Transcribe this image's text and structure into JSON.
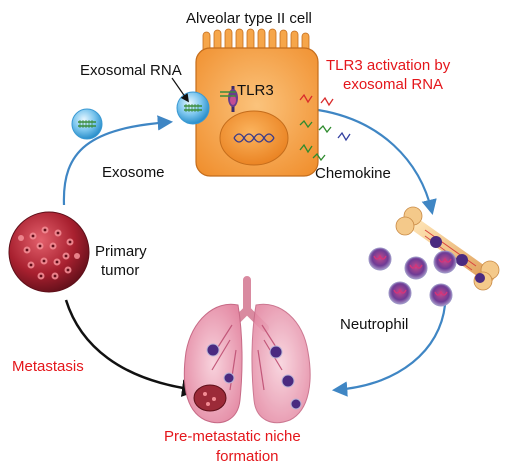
{
  "labels": {
    "alveolar_cell": "Alveolar type II cell",
    "exosomal_rna": "Exosomal RNA",
    "tlr3": "TLR3",
    "tlr3_activation_line1": "TLR3 activation by",
    "tlr3_activation_line2": "exosomal RNA",
    "exosome": "Exosome",
    "chemokine": "Chemokine",
    "primary_tumor_line1": "Primary",
    "primary_tumor_line2": "tumor",
    "neutrophil": "Neutrophil",
    "metastasis": "Metastasis",
    "niche_line1": "Pre-metastatic niche",
    "niche_line2": "formation"
  },
  "colors": {
    "red_text": "#e4161b",
    "arrow_blue": "#3f86c4",
    "cell_orange": "#f6a64a",
    "nucleus_orange": "#f39a3a",
    "exosome_blue": "#5ab8e8",
    "tumor_red": "#b0283a",
    "neutrophil_purple": "#5a3d8c",
    "lung_pink": "#f1b2c3"
  }
}
